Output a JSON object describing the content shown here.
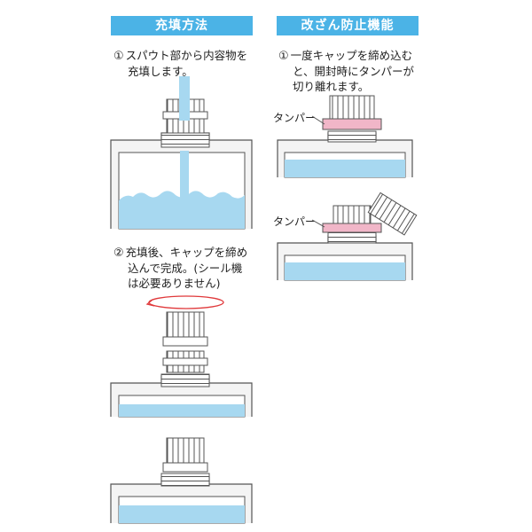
{
  "header_left": "充填方法",
  "header_right": "改ざん防止機能",
  "steps_left": [
    {
      "num": "①",
      "line1": "スパウト部から内容物を",
      "line2": "充填します。",
      "line3": ""
    },
    {
      "num": "②",
      "line1": "充填後、キャップを締め",
      "line2": "込んで完成。(シール機",
      "line3": "は必要ありません)"
    }
  ],
  "steps_right": [
    {
      "num": "①",
      "line1": "一度キャップを締め込む",
      "line2": "と、開封時にタンパーが",
      "line3": "切り離れます。"
    }
  ],
  "labels": {
    "tamper1": "タンパー",
    "tamper2": "タンパー"
  },
  "colors": {
    "accent": "#4bb3e6",
    "liquid": "#a7d8f0",
    "tamper": "#f1b6c8",
    "arrow": "#e0393b"
  }
}
